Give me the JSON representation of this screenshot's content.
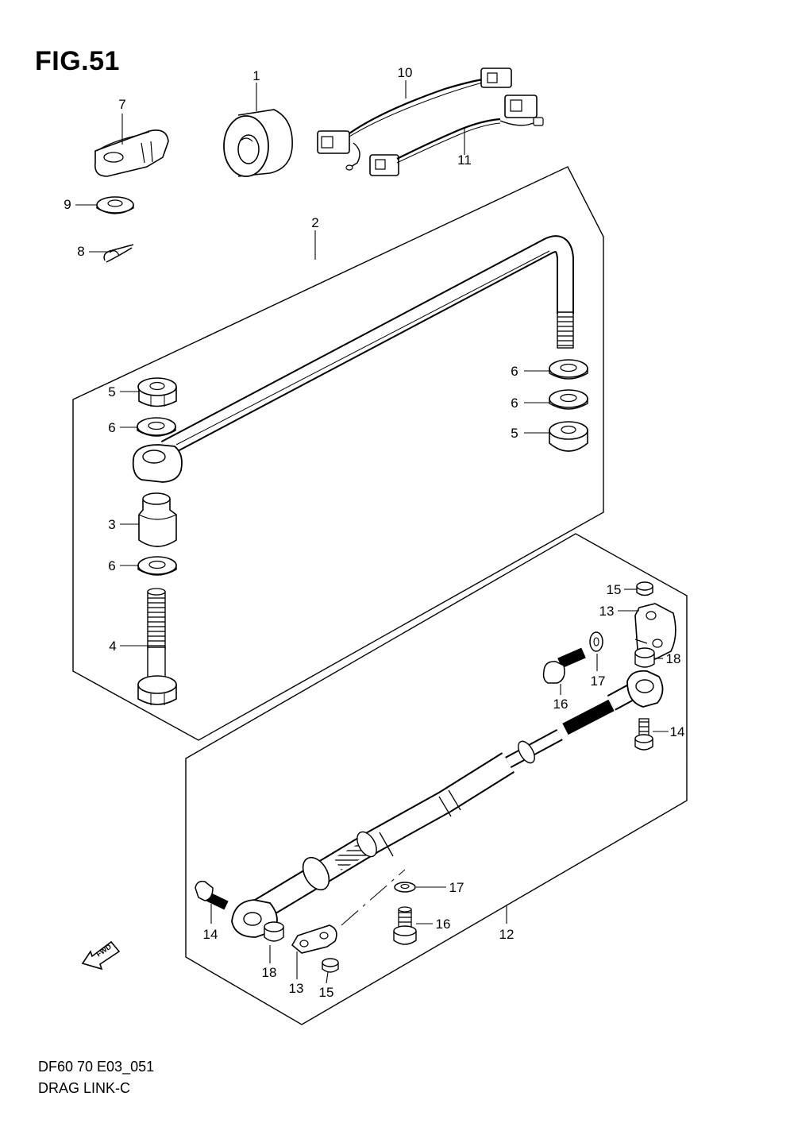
{
  "figure": {
    "title": "FIG.51",
    "code": "DF60 70 E03_051",
    "name": "DRAG LINK-C",
    "fwd_label": "FWD"
  },
  "callouts": {
    "c1": "1",
    "c2": "2",
    "c3": "3",
    "c4": "4",
    "c5a": "5",
    "c5b": "5",
    "c6a": "6",
    "c6b": "6",
    "c6c": "6",
    "c6d": "6",
    "c7": "7",
    "c8": "8",
    "c9": "9",
    "c10": "10",
    "c11": "11",
    "c12": "12",
    "c13a": "13",
    "c13b": "13",
    "c14a": "14",
    "c14b": "14",
    "c15a": "15",
    "c15b": "15",
    "c16a": "16",
    "c16b": "16",
    "c17a": "17",
    "c17b": "17",
    "c18a": "18",
    "c18b": "18"
  }
}
